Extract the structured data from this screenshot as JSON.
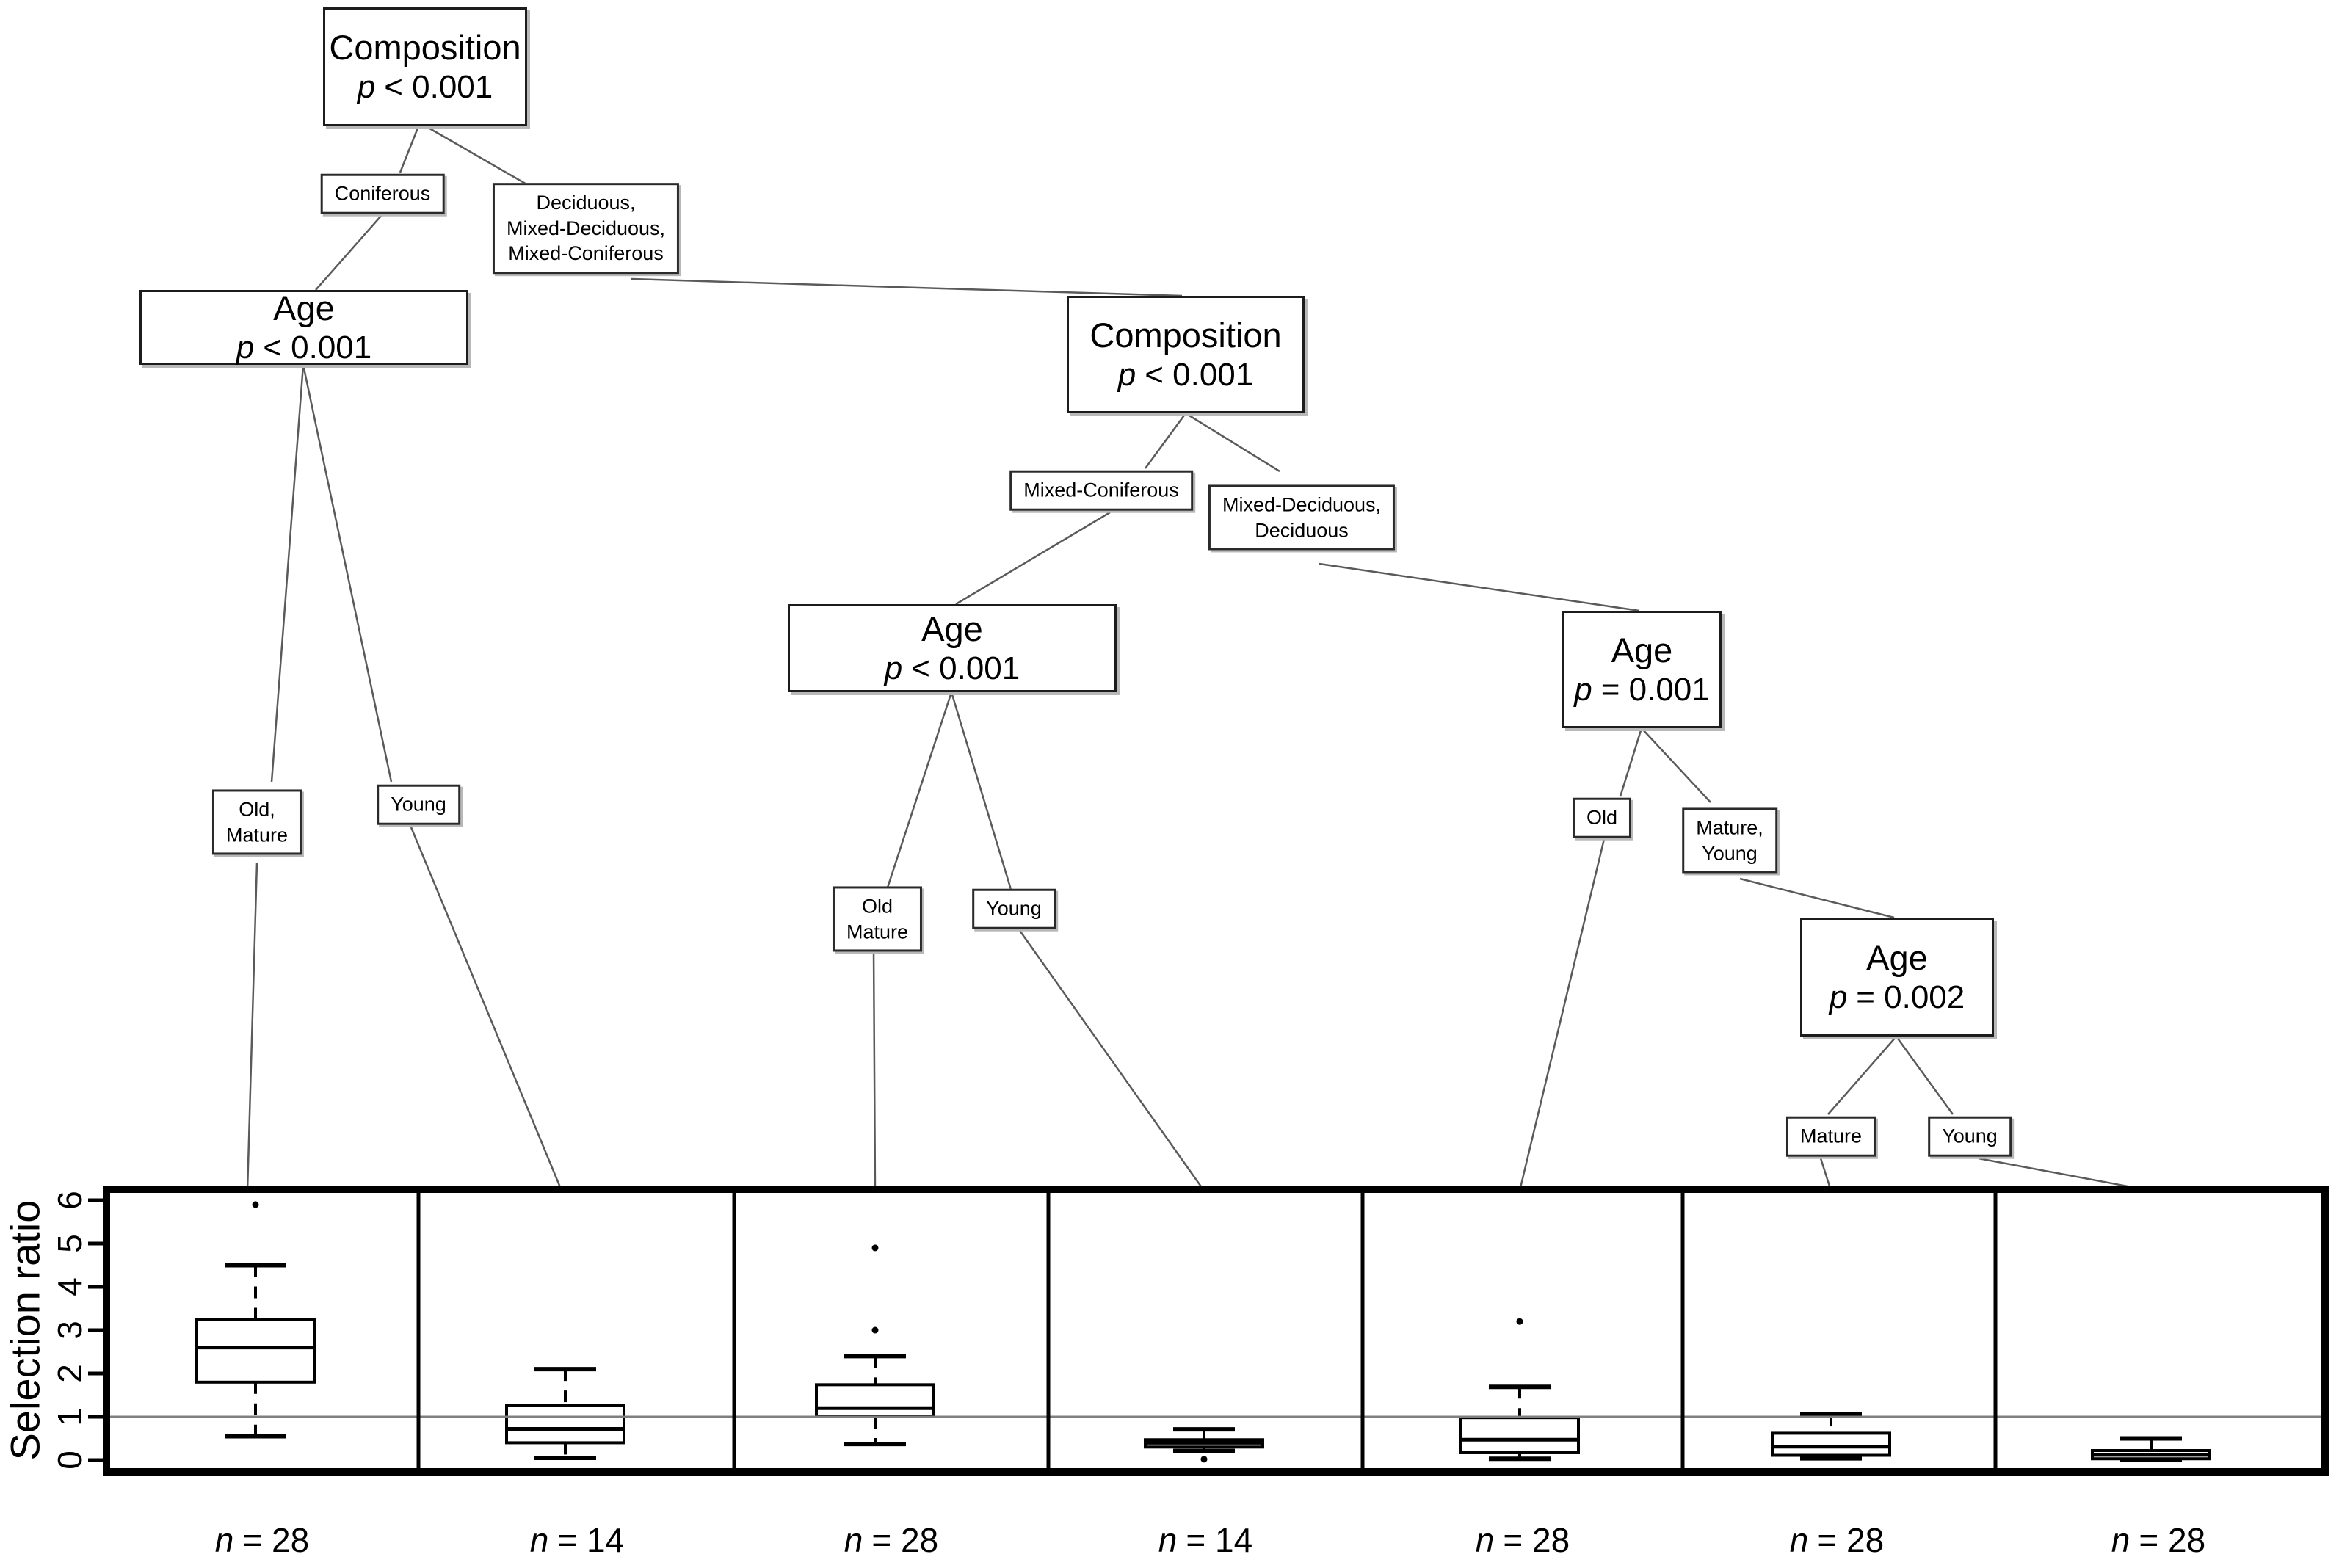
{
  "figure": {
    "background": "#ffffff",
    "line_color": "#000000",
    "connector_color": "#5a5a5a",
    "reference_line_color": "#7f7f7f"
  },
  "tree": {
    "p_symbol": "p",
    "nodes": [
      {
        "id": "root",
        "label": "Composition",
        "p": "< 0.001"
      },
      {
        "id": "age-left",
        "label": "Age",
        "p": "< 0.001"
      },
      {
        "id": "composition2",
        "label": "Composition",
        "p": "< 0.001"
      },
      {
        "id": "age-middle",
        "label": "Age",
        "p": "< 0.001"
      },
      {
        "id": "age-right",
        "label": "Age",
        "p": "= 0.001"
      },
      {
        "id": "age-bottom",
        "label": "Age",
        "p": "= 0.002"
      }
    ],
    "branches": [
      {
        "id": "coniferous",
        "label": "Coniferous"
      },
      {
        "id": "deciduous-group",
        "label": "Deciduous,\nMixed-Deciduous,\nMixed-Coniferous"
      },
      {
        "id": "old-mature-left",
        "label": "Old,\nMature"
      },
      {
        "id": "young-left",
        "label": "Young"
      },
      {
        "id": "mixed-coniferous",
        "label": "Mixed-Coniferous"
      },
      {
        "id": "mixed-deciduous-group",
        "label": "Mixed-Deciduous,\nDeciduous"
      },
      {
        "id": "old-mature-middle",
        "label": "Old\nMature"
      },
      {
        "id": "young-middle",
        "label": "Young"
      },
      {
        "id": "old-right",
        "label": "Old"
      },
      {
        "id": "mature-young-right",
        "label": "Mature,\nYoung"
      },
      {
        "id": "mature-bottom",
        "label": "Mature"
      },
      {
        "id": "young-bottom",
        "label": "Young"
      }
    ]
  },
  "chart_data": {
    "type": "boxplot",
    "ylabel": "Selection ratio",
    "ylim": [
      0,
      6
    ],
    "yticks": [
      "0",
      "1",
      "2",
      "3",
      "4",
      "5",
      "6"
    ],
    "reference_line": 1,
    "grid": false,
    "n_symbol": "n",
    "panels": [
      {
        "group": "Coniferous / Old, Mature",
        "n": 28,
        "n_label": "= 28",
        "stats": {
          "whisker_low": 0.55,
          "q1": 1.8,
          "median": 2.6,
          "q3": 3.25,
          "whisker_high": 4.5
        },
        "outliers": [
          5.9
        ]
      },
      {
        "group": "Coniferous / Young",
        "n": 14,
        "n_label": "= 14",
        "stats": {
          "whisker_low": 0.05,
          "q1": 0.4,
          "median": 0.72,
          "q3": 1.26,
          "whisker_high": 2.1
        },
        "outliers": []
      },
      {
        "group": "Mixed-Coniferous / Old, Mature",
        "n": 28,
        "n_label": "= 28",
        "stats": {
          "whisker_low": 0.37,
          "q1": 1.0,
          "median": 1.2,
          "q3": 1.74,
          "whisker_high": 2.4
        },
        "outliers": [
          3.0,
          4.9
        ]
      },
      {
        "group": "Mixed-Coniferous / Young",
        "n": 14,
        "n_label": "= 14",
        "stats": {
          "whisker_low": 0.21,
          "q1": 0.3,
          "median": 0.4,
          "q3": 0.47,
          "whisker_high": 0.71
        },
        "outliers": [
          0.02
        ]
      },
      {
        "group": "Mixed-Deciduous, Deciduous / Old",
        "n": 28,
        "n_label": "= 28",
        "stats": {
          "whisker_low": 0.03,
          "q1": 0.17,
          "median": 0.47,
          "q3": 0.98,
          "whisker_high": 1.69
        },
        "outliers": [
          3.2
        ]
      },
      {
        "group": "Mixed-Deciduous, Deciduous / Mature",
        "n": 28,
        "n_label": "= 28",
        "stats": {
          "whisker_low": 0.04,
          "q1": 0.11,
          "median": 0.31,
          "q3": 0.62,
          "whisker_high": 1.05
        },
        "outliers": []
      },
      {
        "group": "Mixed-Deciduous, Deciduous / Young",
        "n": 28,
        "n_label": "= 28",
        "stats": {
          "whisker_low": 0.0,
          "q1": 0.03,
          "median": 0.12,
          "q3": 0.22,
          "whisker_high": 0.5
        },
        "outliers": []
      }
    ]
  }
}
